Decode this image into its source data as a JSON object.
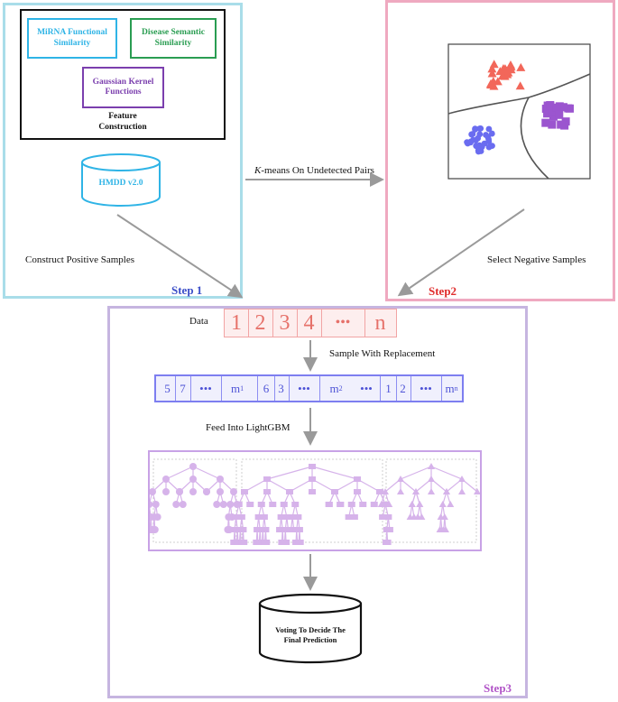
{
  "step1": {
    "mirna_box": "MiRNA Functional Similarity",
    "disease_box": "Disease Semantic Similarity",
    "gaussian_box": "Gaussian Kernel Functions",
    "feature_label_line1": "Feature",
    "feature_label_line2": "Construction",
    "database_label": "HMDD v2.0",
    "positive_label": "Construct Positive Samples",
    "title": "Step 1"
  },
  "arrow_label_italic": "K",
  "arrow_label_rest": "-means On Undetected Pairs",
  "step2": {
    "negative_label": "Select Negative Samples",
    "title": "Step2"
  },
  "step3": {
    "data_label": "Data",
    "data_cells": [
      "1",
      "2",
      "3",
      "4",
      "•••",
      "n"
    ],
    "replacement_label": "Sample With Replacement",
    "sample_group1": [
      "5",
      "7",
      "•••",
      "m"
    ],
    "sample_group1_sub": "1",
    "sample_group2": [
      "6",
      "3",
      "•••",
      "m"
    ],
    "sample_group2_sub": "2",
    "sample_sep": "•••",
    "sample_group3": [
      "1",
      "2",
      "•••",
      "m"
    ],
    "sample_group3_sub": "n",
    "lightgbm_label": "Feed Into LightGBM",
    "vote_line1": "Voting To Decide The",
    "vote_line2": "Final Prediction",
    "title": "Step3"
  },
  "colors": {
    "step1_border": "#a9dde9",
    "step2_border": "#efa9c0",
    "step3_border": "#c6b5e0",
    "mirna": "#2fb4e6",
    "disease": "#2a9d52",
    "gaussian": "#7b3fae",
    "triangle_cluster": "#f2675a",
    "circle_cluster": "#6a6cf0",
    "square_cluster": "#9b55cf",
    "tree_nodes": "#d6b3ea",
    "step1_title": "#3c4fc8",
    "step2_title": "#e02d2d",
    "step3_title": "#b256c8"
  }
}
